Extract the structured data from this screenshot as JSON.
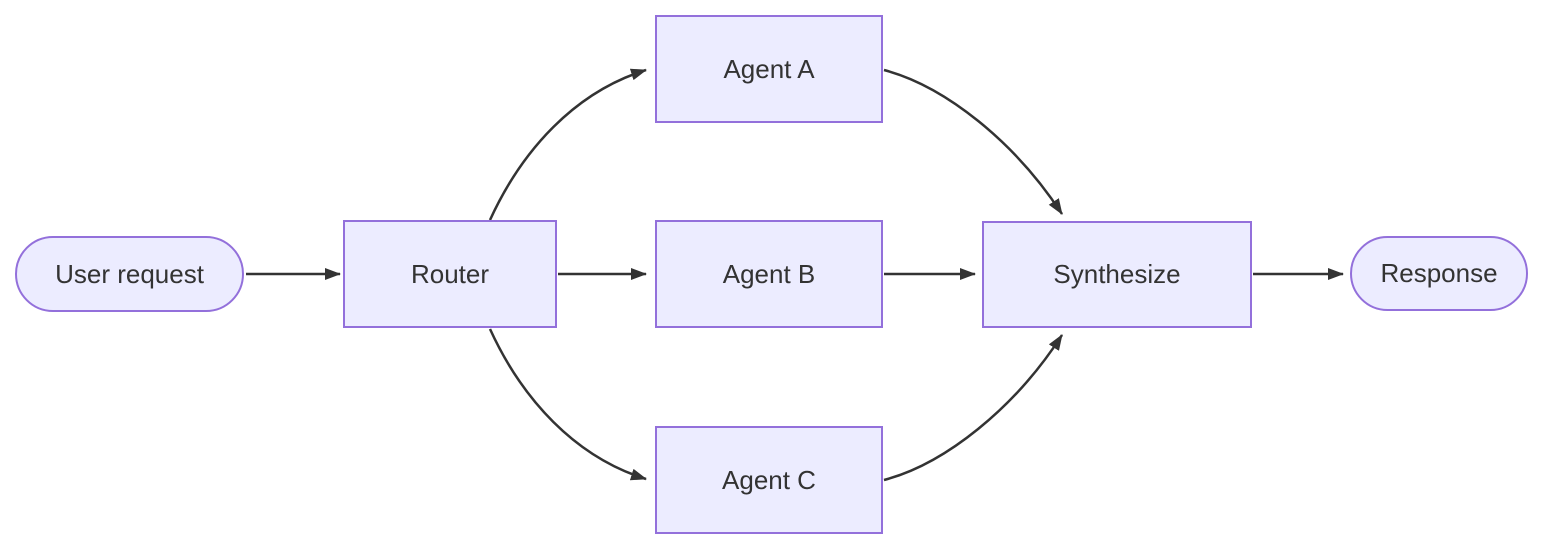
{
  "diagram": {
    "type": "flowchart",
    "direction": "left-to-right",
    "colors": {
      "node_fill": "#ECECFF",
      "node_border": "#9370DB",
      "edge_stroke": "#333333",
      "text": "#333333",
      "background": "#FFFFFF"
    },
    "nodes": [
      {
        "id": "user_request",
        "label": "User request",
        "shape": "stadium"
      },
      {
        "id": "router",
        "label": "Router",
        "shape": "rect"
      },
      {
        "id": "agent_a",
        "label": "Agent A",
        "shape": "rect"
      },
      {
        "id": "agent_b",
        "label": "Agent B",
        "shape": "rect"
      },
      {
        "id": "agent_c",
        "label": "Agent C",
        "shape": "rect"
      },
      {
        "id": "synthesize",
        "label": "Synthesize",
        "shape": "rect"
      },
      {
        "id": "response",
        "label": "Response",
        "shape": "stadium"
      }
    ],
    "edges": [
      {
        "from": "user_request",
        "to": "router",
        "arrow": true
      },
      {
        "from": "router",
        "to": "agent_a",
        "arrow": true
      },
      {
        "from": "router",
        "to": "agent_b",
        "arrow": true
      },
      {
        "from": "router",
        "to": "agent_c",
        "arrow": true
      },
      {
        "from": "agent_a",
        "to": "synthesize",
        "arrow": true
      },
      {
        "from": "agent_b",
        "to": "synthesize",
        "arrow": true
      },
      {
        "from": "agent_c",
        "to": "synthesize",
        "arrow": true
      },
      {
        "from": "synthesize",
        "to": "response",
        "arrow": true
      }
    ]
  }
}
